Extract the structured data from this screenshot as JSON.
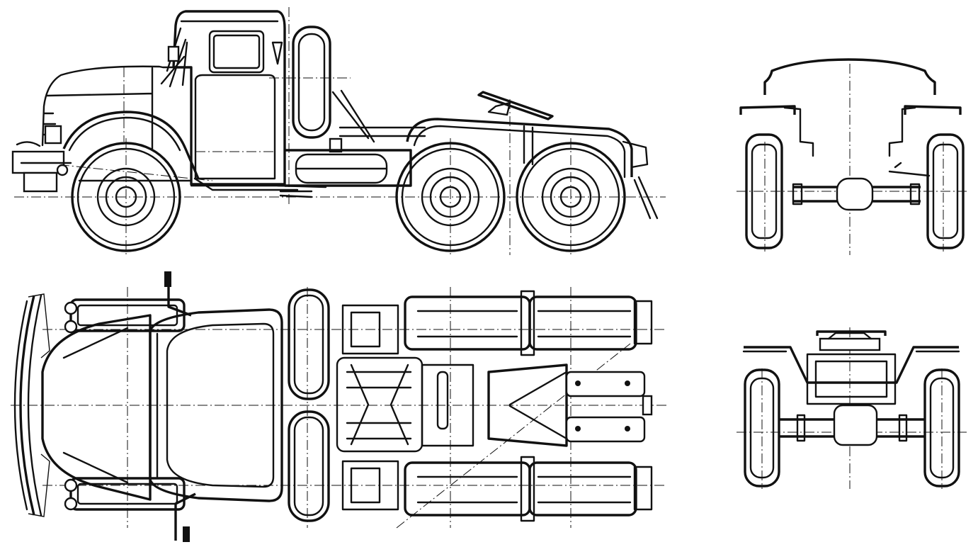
{
  "drawing": {
    "views": [
      "side",
      "top",
      "front",
      "rear"
    ],
    "colors": {
      "line": "#111111",
      "paper": "#ffffff"
    },
    "icons": [
      "wheel-icon",
      "spare-wheel-icon",
      "cab-icon",
      "fifth-wheel-icon",
      "mirror-icon",
      "fuel-tank-icon"
    ]
  }
}
